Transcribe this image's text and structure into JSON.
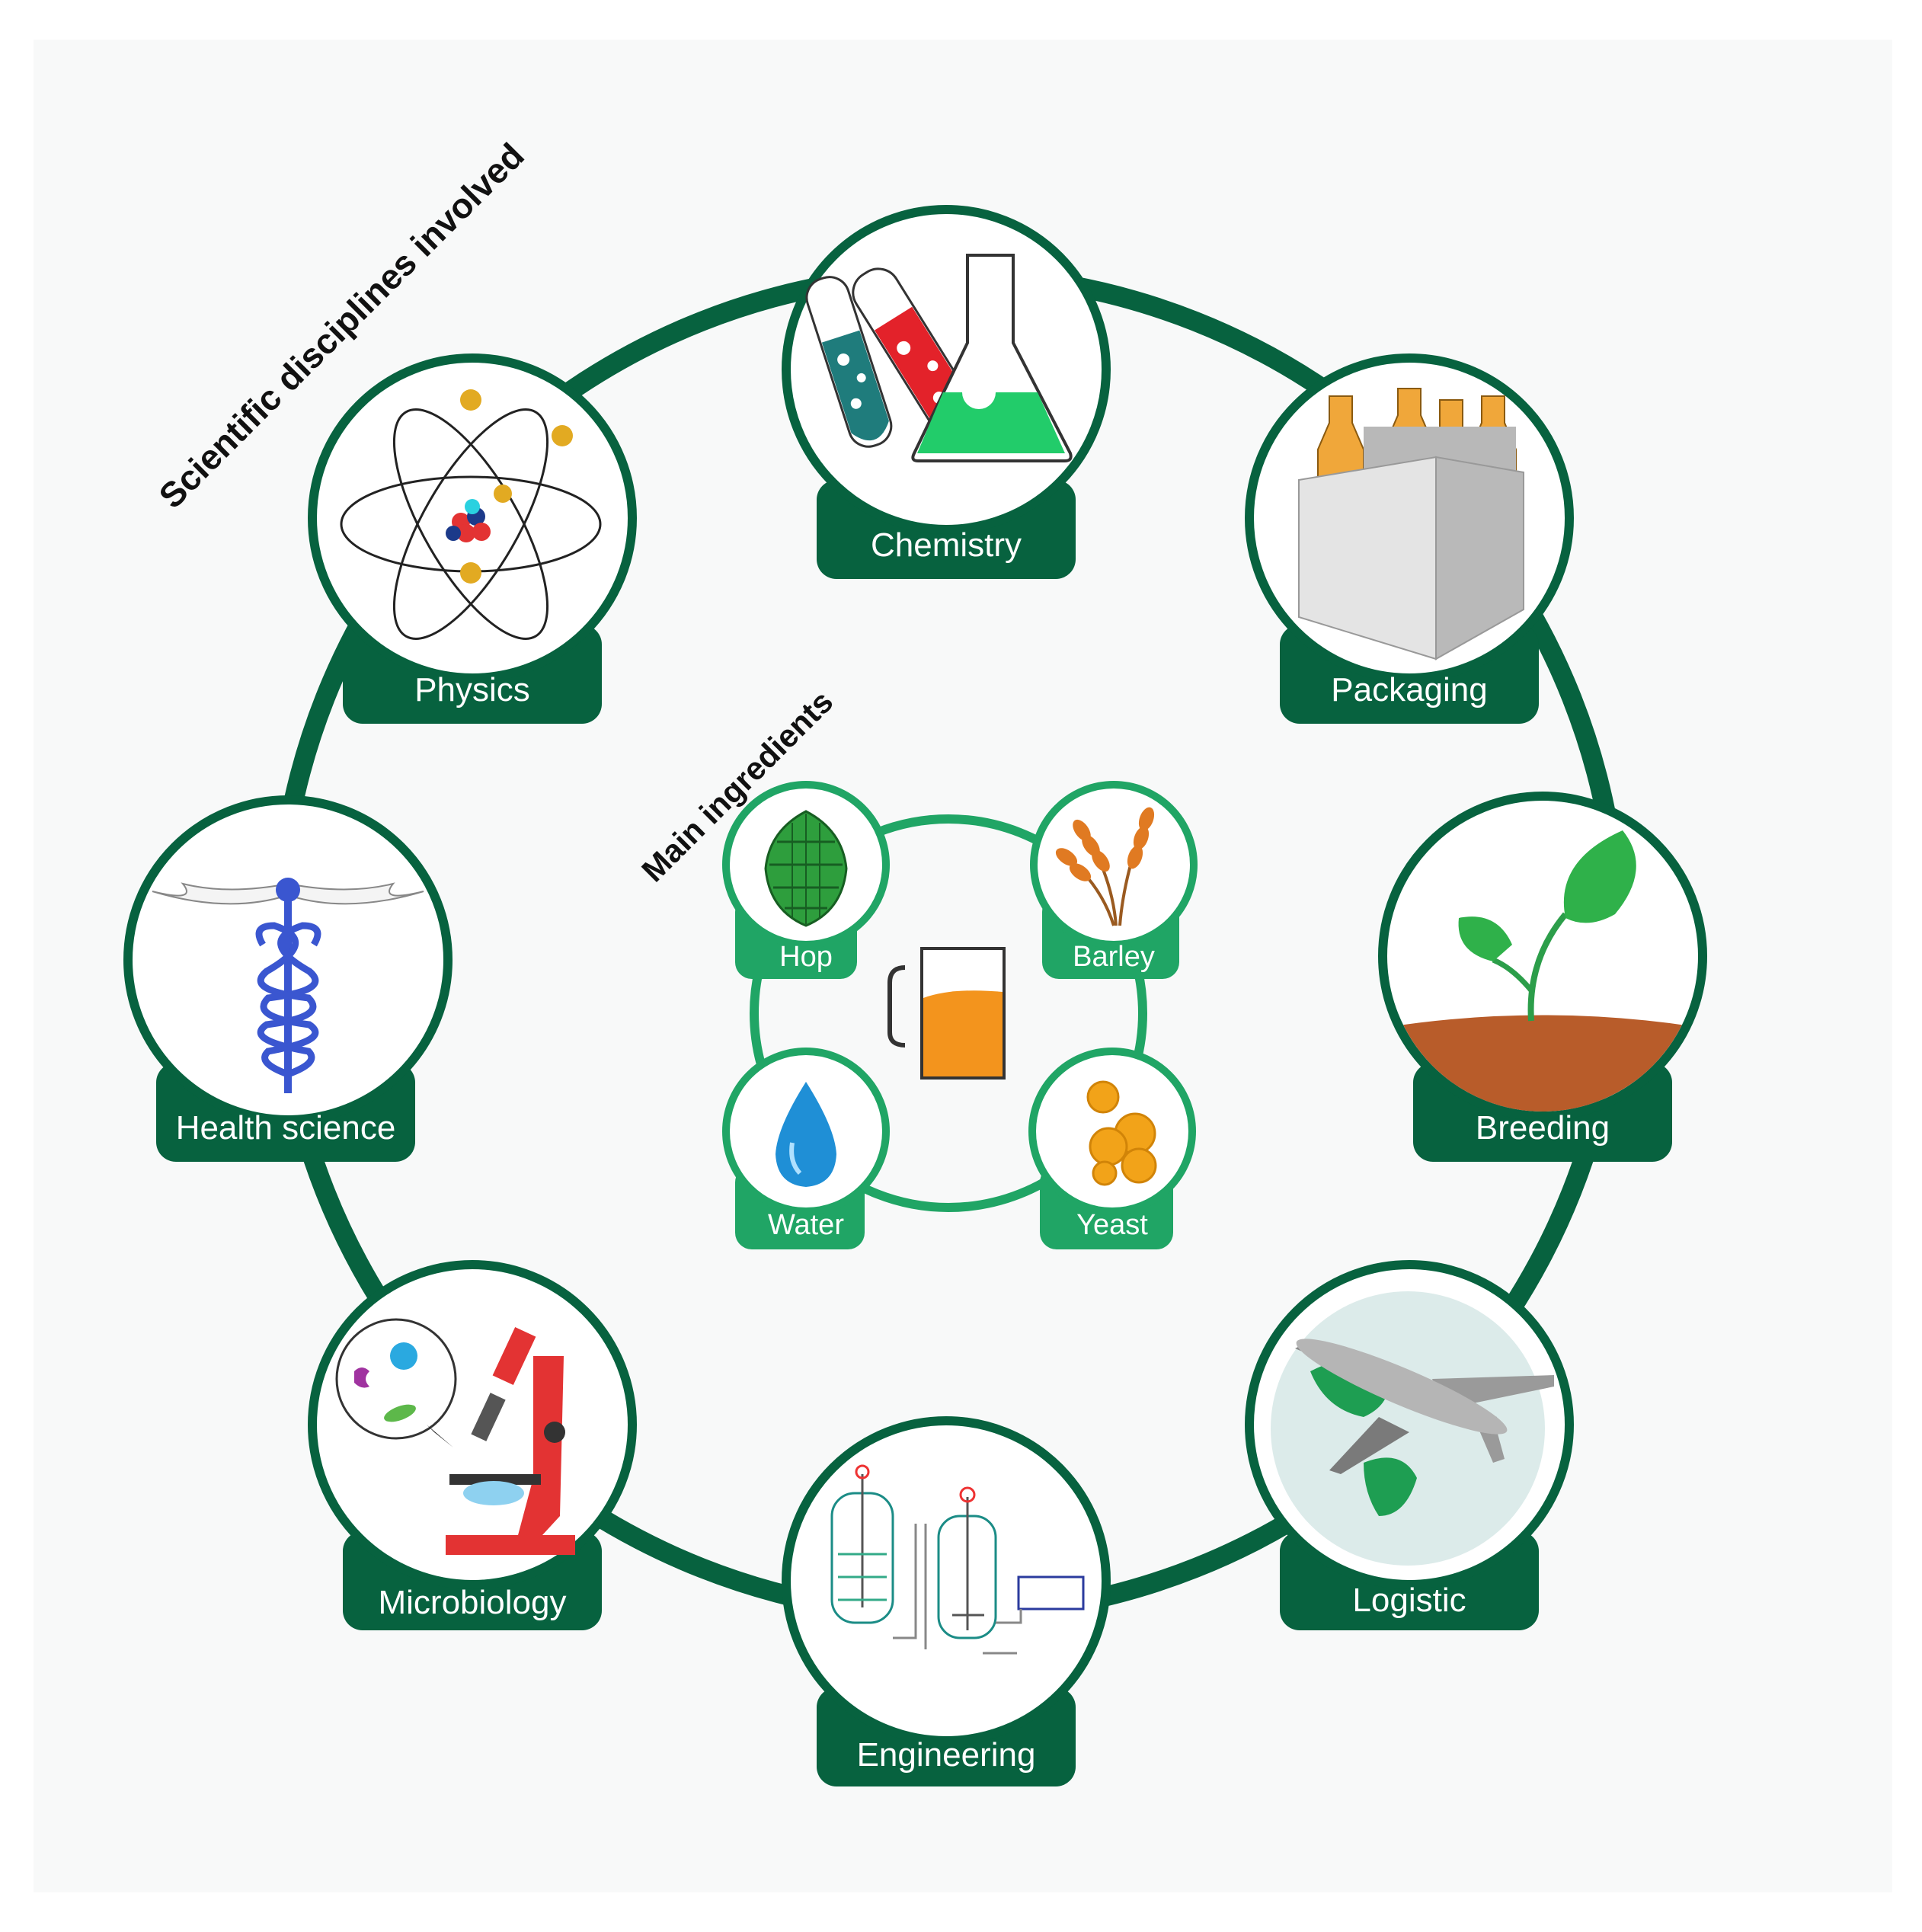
{
  "headings": {
    "disciplines": "Scientific disciplines involved",
    "ingredients": "Main ingredients"
  },
  "disciplines": [
    {
      "id": "chemistry",
      "label": "Chemistry",
      "icon": "flask-and-test-tube-icon"
    },
    {
      "id": "packaging",
      "label": "Packaging",
      "icon": "bottle-carrier-icon"
    },
    {
      "id": "breeding",
      "label": "Breeding",
      "icon": "sprout-icon"
    },
    {
      "id": "logistic",
      "label": "Logistic",
      "icon": "airplane-globe-icon"
    },
    {
      "id": "engineering",
      "label": "Engineering",
      "icon": "bioreactor-icon"
    },
    {
      "id": "microbiology",
      "label": "Microbiology",
      "icon": "microscope-icon"
    },
    {
      "id": "health",
      "label": "Health science",
      "icon": "caduceus-icon"
    },
    {
      "id": "physics",
      "label": "Physics",
      "icon": "atom-icon"
    }
  ],
  "ingredients": [
    {
      "id": "hop",
      "label": "Hop",
      "icon": "hop-cone-icon"
    },
    {
      "id": "barley",
      "label": "Barley",
      "icon": "barley-icon"
    },
    {
      "id": "water",
      "label": "Water",
      "icon": "water-drop-icon"
    },
    {
      "id": "yeast",
      "label": "Yeast",
      "icon": "yeast-cells-icon"
    }
  ],
  "center_icon": "beer-mug-icon",
  "colors": {
    "ring": "#07623f",
    "inner_ring": "#20a565",
    "background": "#f8f9f9",
    "label_text": "#ffffff"
  }
}
